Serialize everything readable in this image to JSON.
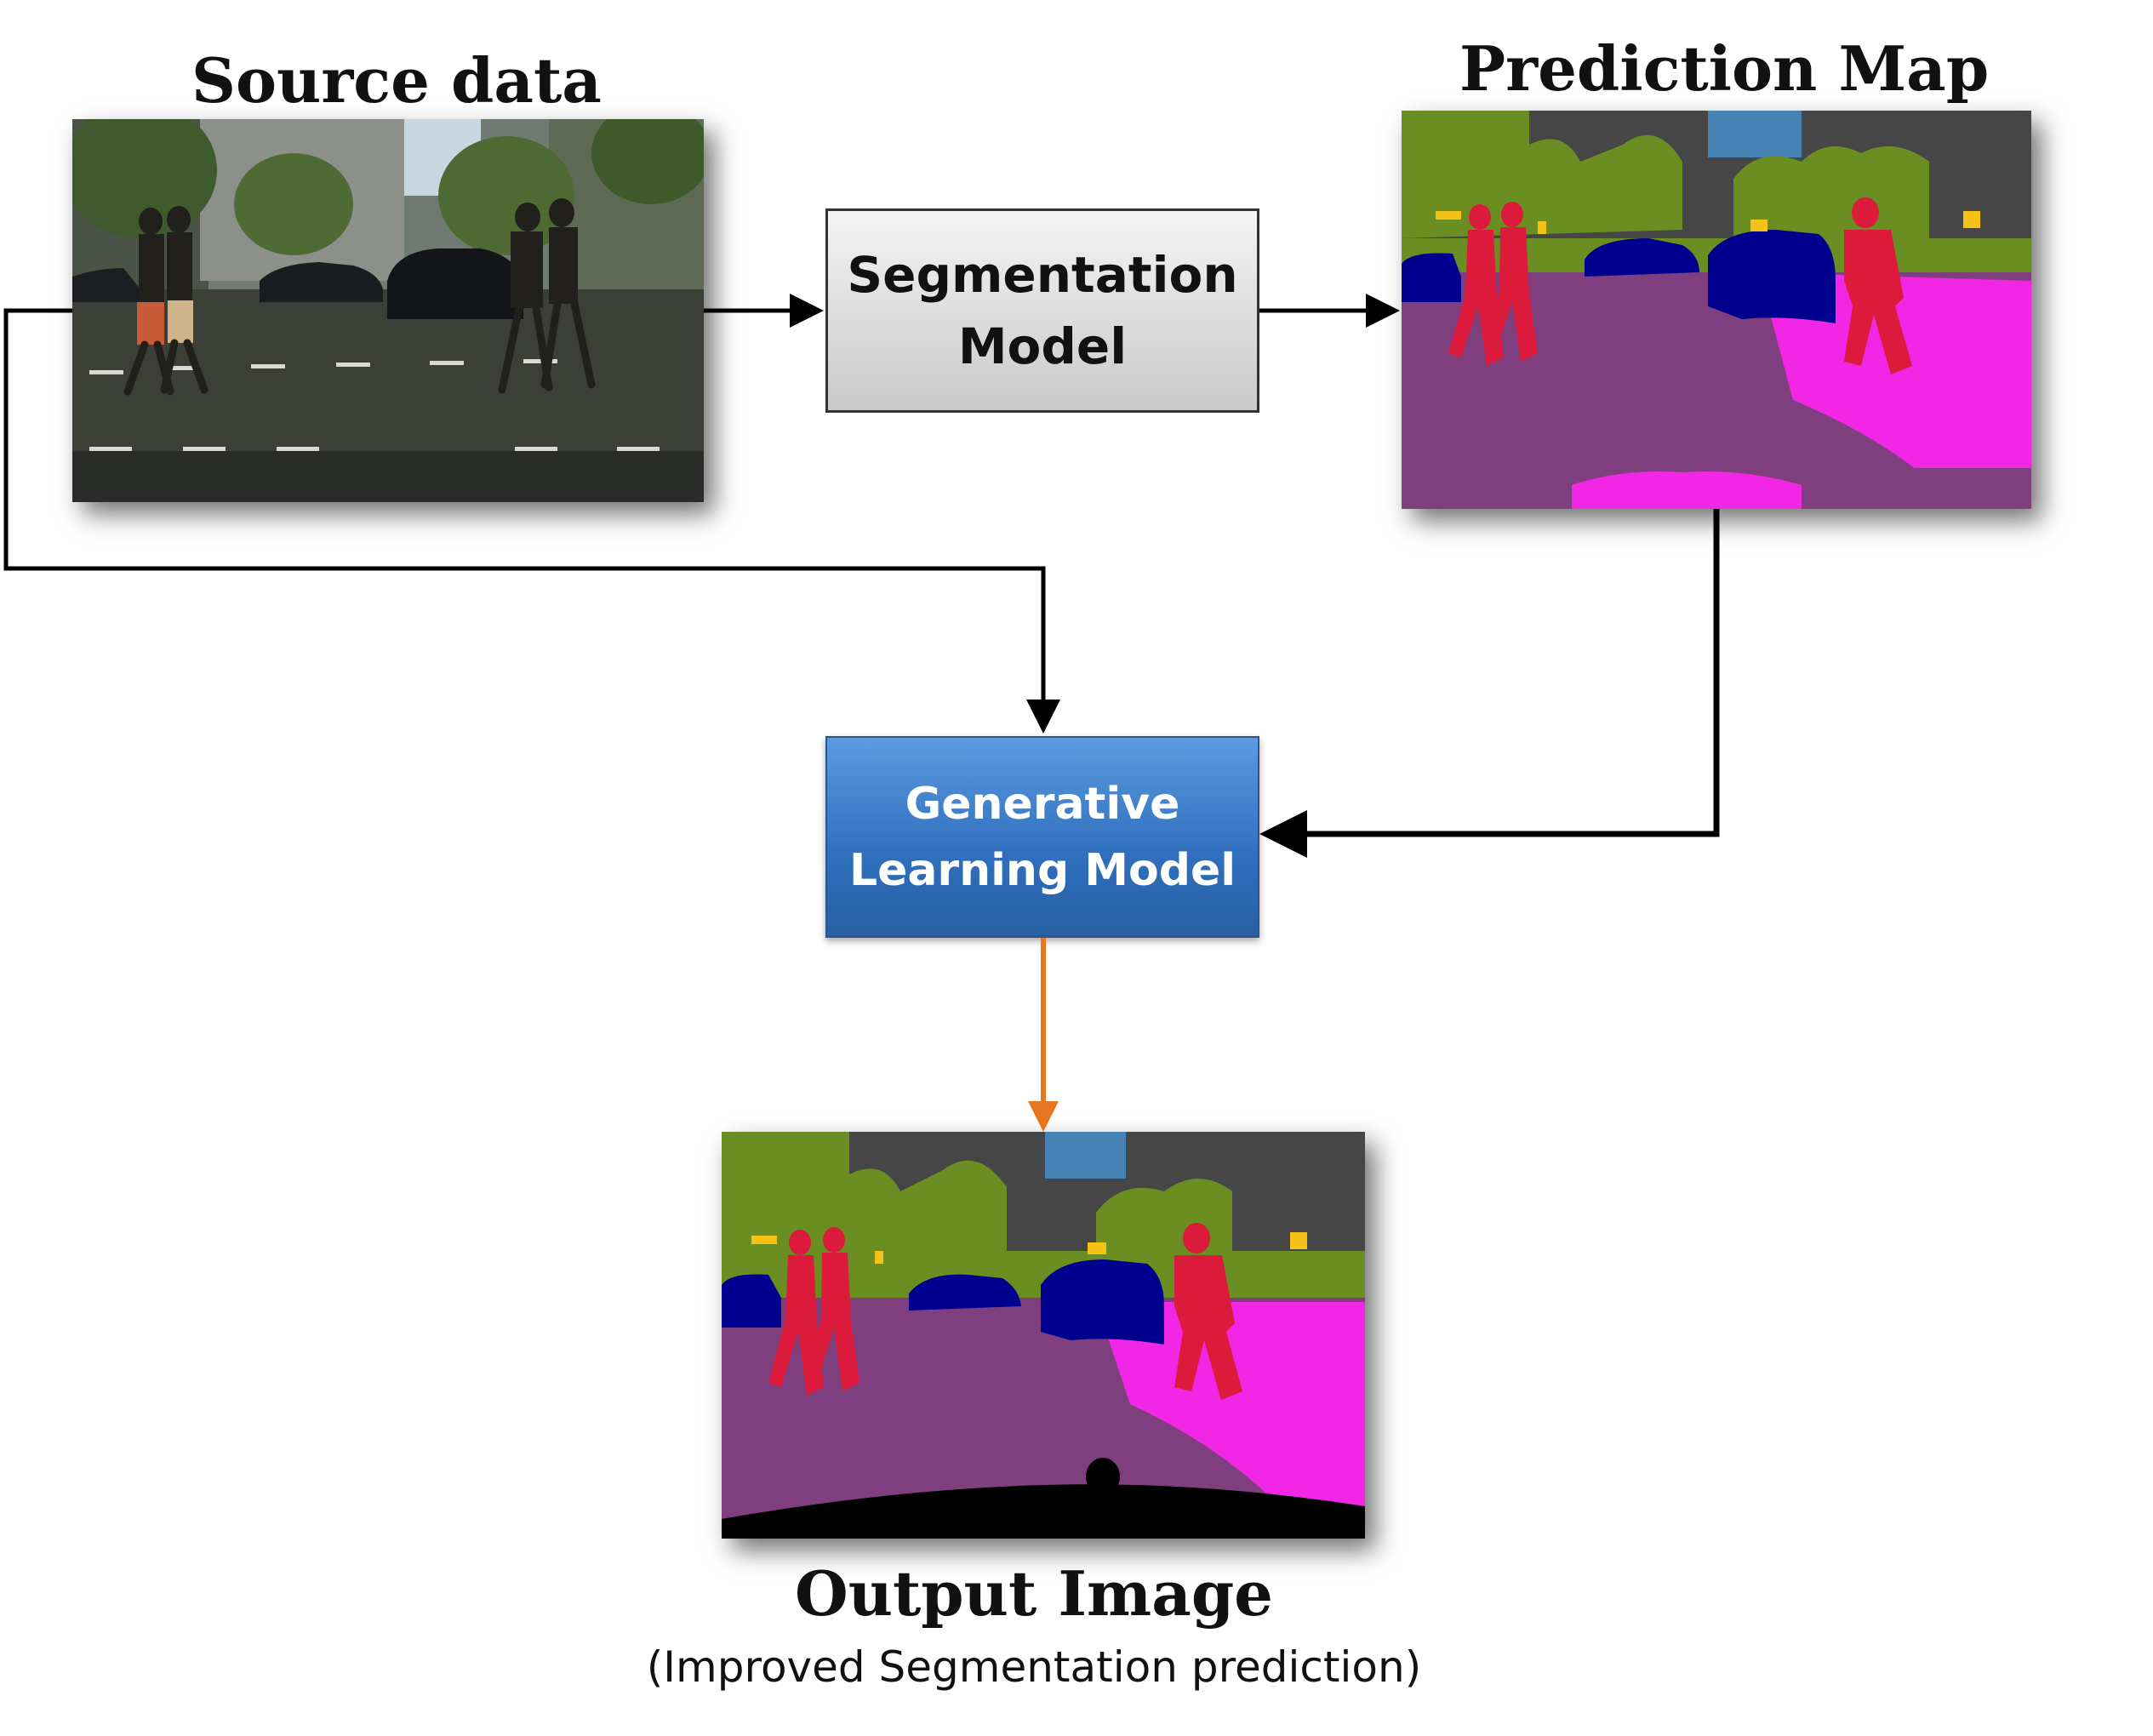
{
  "source": {
    "title": "Source data"
  },
  "prediction": {
    "title": "Prediction Map"
  },
  "segmentation_model": {
    "line1": "Segmentation",
    "line2": "Model"
  },
  "generative_model": {
    "line1": "Generative",
    "line2": "Learning Model"
  },
  "output": {
    "title": "Output Image",
    "subtitle": "(Improved Segmentation prediction)"
  },
  "colors": {
    "arrow": "#000000",
    "output_arrow": "#e8761e",
    "road": "#7f3f7e",
    "sidewalk": "#f227e6",
    "person": "#db1a3c",
    "car": "#00008e",
    "vegetation": "#6b8e23",
    "building": "#464646",
    "sky": "#4682b4"
  }
}
